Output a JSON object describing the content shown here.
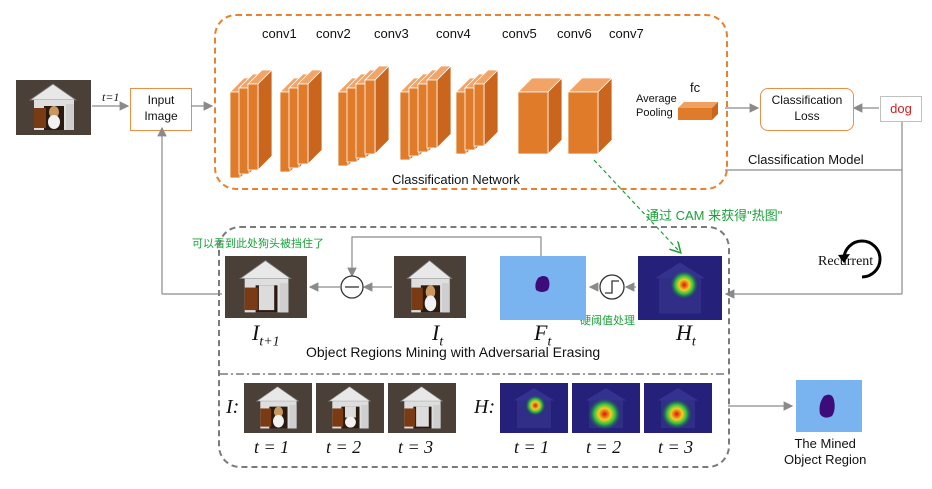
{
  "conv_labels": [
    "conv1",
    "conv2",
    "conv3",
    "conv4",
    "conv5",
    "conv6",
    "conv7"
  ],
  "t_eq_1": "t=1",
  "input_image": "Input\nImage",
  "fc_label": "fc",
  "average_pooling": "Average\nPooling",
  "classification_loss": "Classification\nLoss",
  "dog_label": "dog",
  "classification_network": "Classification Network",
  "classification_model": "Classification Model",
  "cam_note": "通过 CAM 来获得\"热图\"",
  "recurrent": "Recurrent",
  "visible_note": "可以看到此处狗头被挡住了",
  "threshold_note": "硬阈值处理",
  "symbols": {
    "I_t1": "I",
    "I_t1_sub": "t+1",
    "I_t": "I",
    "I_t_sub": "t",
    "F_t": "F",
    "F_t_sub": "t",
    "H_t": "H",
    "H_t_sub": "t",
    "I_colon": "I:",
    "H_colon": "H:"
  },
  "mining_title": "Object Regions Mining with Adversarial Erasing",
  "t_labels": [
    "t = 1",
    "t = 2",
    "t = 3"
  ],
  "mined_region": "The Mined\nObject Region",
  "colors": {
    "accent_orange": "#e8822d",
    "conv_fill": "#e07b2a",
    "gray_dash": "#7a7a7a",
    "green_note": "#1aa13a",
    "dog_red": "#d32020",
    "mask_blue": "#7ab4f0"
  }
}
